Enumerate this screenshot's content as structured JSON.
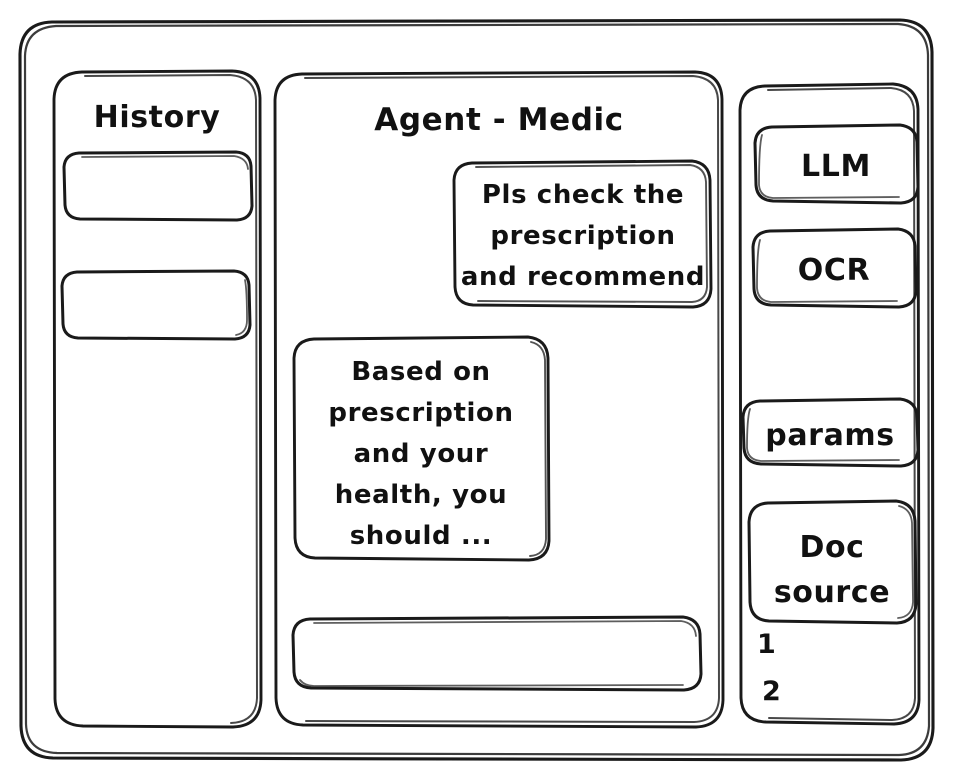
{
  "app": {
    "style": "hand-drawn-wireframe",
    "stroke_color": "#1a1a1a",
    "background_color": "#ffffff"
  },
  "sidebar_left": {
    "heading": "History",
    "items": [
      {
        "label": ""
      },
      {
        "label": ""
      }
    ]
  },
  "main": {
    "title": "Agent - Medic",
    "messages": [
      {
        "role": "user",
        "align": "right",
        "lines": [
          "Pls check the",
          "prescription",
          "and recommend"
        ],
        "text": "Pls check the prescription and recommend"
      },
      {
        "role": "assistant",
        "align": "left",
        "lines": [
          "Based on",
          "prescription",
          "and your",
          "health, you",
          "should ..."
        ],
        "text": "Based on prescription and your health, you should ..."
      }
    ],
    "composer": {
      "value": "",
      "placeholder": ""
    }
  },
  "sidebar_right": {
    "buttons": [
      {
        "label": "LLM"
      },
      {
        "label": "OCR"
      },
      {
        "label": "params"
      }
    ],
    "doc_source": {
      "lines": [
        "Doc",
        "source"
      ],
      "label": "Doc source"
    },
    "doc_list": [
      {
        "marker": "1",
        "label": ""
      },
      {
        "marker": "2",
        "label": ""
      }
    ]
  }
}
